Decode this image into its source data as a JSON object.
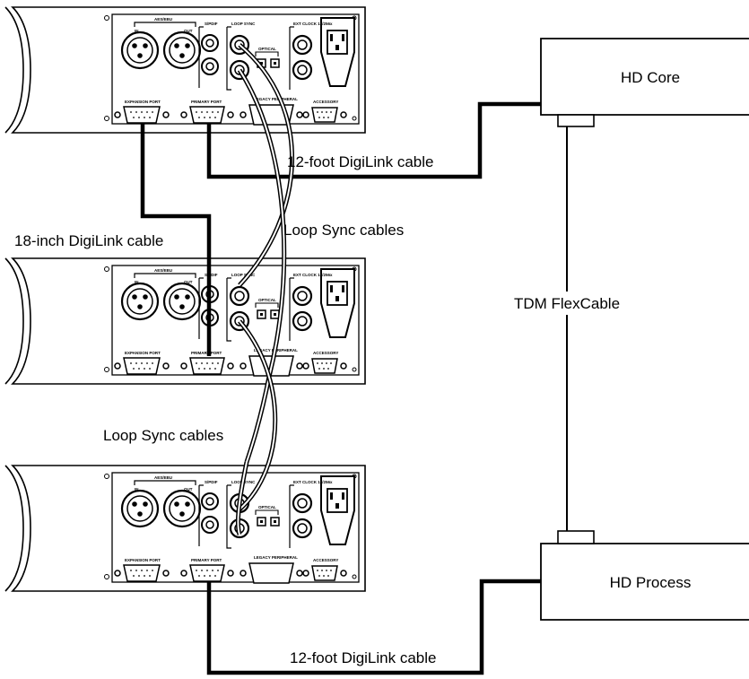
{
  "devices": {
    "core_label": "HD Core",
    "process_label": "HD Process"
  },
  "panel_labels": {
    "aes_ebu": "AES/EBU",
    "in": "IN",
    "out": "OUT",
    "spdif": "S/PDIF",
    "loop_sync": "LOOP SYNC",
    "optical": "OPTICAL",
    "ext_clock": "EXT CLOCK 1x/256x",
    "expansion_port": "EXPANSION PORT",
    "primary_port": "PRIMARY PORT",
    "legacy_peripheral": "LEGACY PERIPHERAL",
    "accessory": "ACCESSORY"
  },
  "cables": {
    "digilink_top": "12-foot DigiLink cable",
    "digilink_18": "18-inch DigiLink cable",
    "loop_sync_top": "Loop Sync cables",
    "tdm": "TDM FlexCable",
    "loop_sync_bottom": "Loop Sync cables",
    "digilink_bottom": "12-foot DigiLink cable"
  }
}
